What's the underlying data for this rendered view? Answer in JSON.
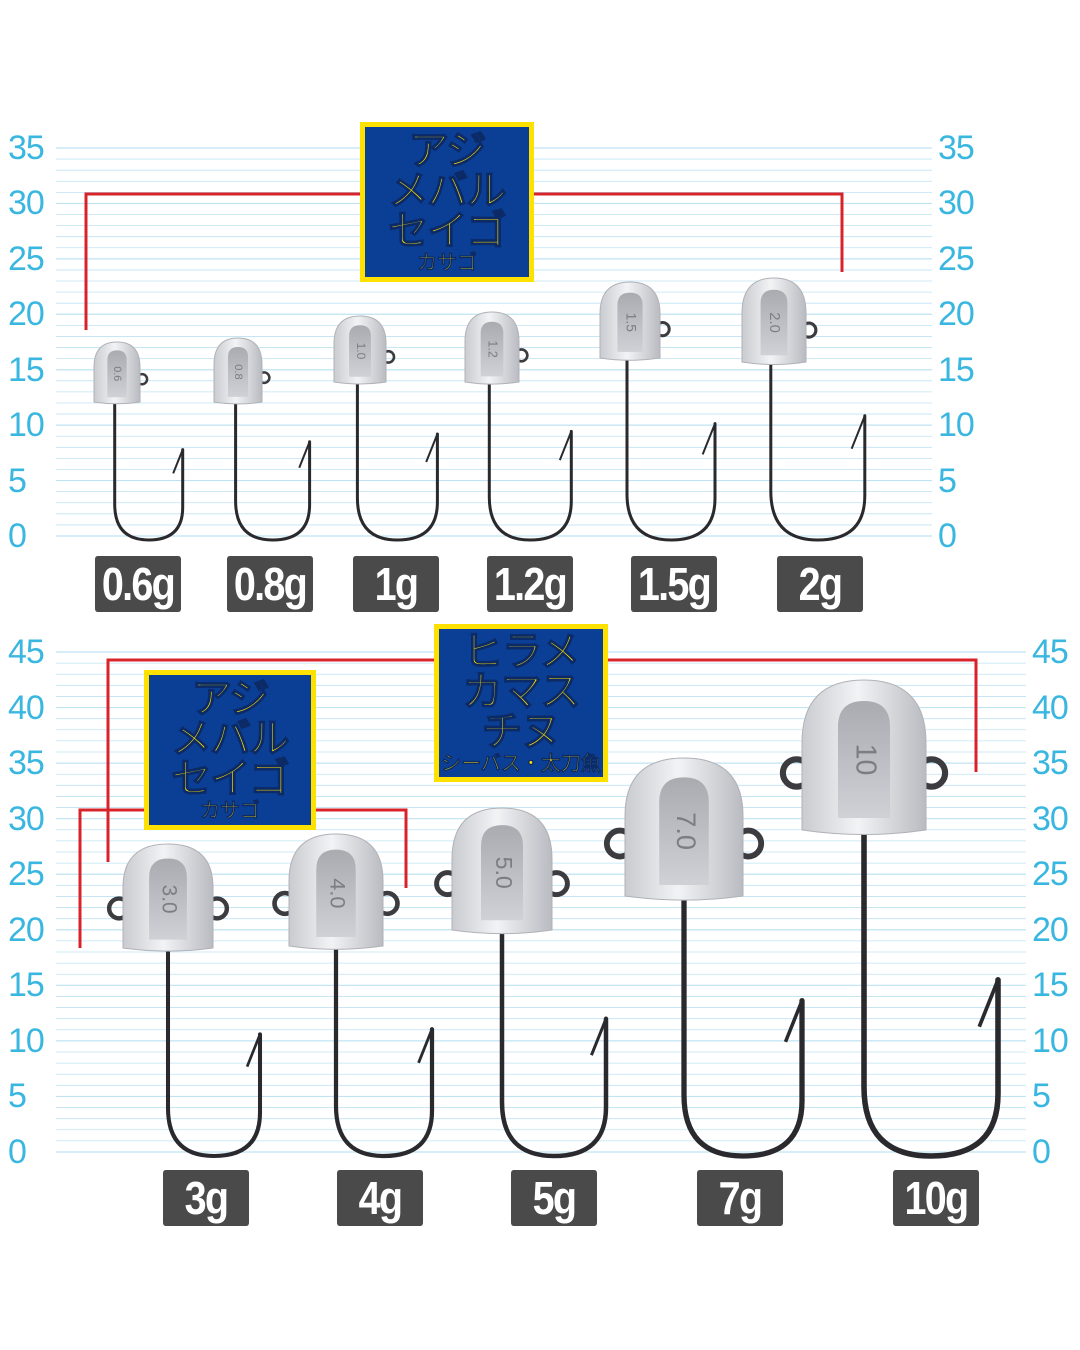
{
  "top_panel": {
    "scale_ticks": [
      "35",
      "30",
      "25",
      "20",
      "15",
      "10",
      "5",
      "0"
    ],
    "badge": {
      "lines": [
        "アジ",
        "メバル",
        "セイゴ"
      ],
      "sub": "カサゴ"
    },
    "jigs": [
      {
        "weight_label": "0.6g",
        "head_mark": "0.6"
      },
      {
        "weight_label": "0.8g",
        "head_mark": "0.8"
      },
      {
        "weight_label": "1g",
        "head_mark": "1.0"
      },
      {
        "weight_label": "1.2g",
        "head_mark": "1.2"
      },
      {
        "weight_label": "1.5g",
        "head_mark": "1.5"
      },
      {
        "weight_label": "2g",
        "head_mark": "2.0"
      }
    ]
  },
  "bottom_panel": {
    "scale_ticks": [
      "45",
      "40",
      "35",
      "30",
      "25",
      "20",
      "15",
      "10",
      "5",
      "0"
    ],
    "badge_left": {
      "lines": [
        "アジ",
        "メバル",
        "セイゴ"
      ],
      "sub": "カサゴ"
    },
    "badge_right": {
      "lines": [
        "ヒラメ",
        "カマス",
        "チヌ"
      ],
      "sub": "シーバス・太刀魚"
    },
    "jigs": [
      {
        "weight_label": "3g",
        "head_mark": "3.0"
      },
      {
        "weight_label": "4g",
        "head_mark": "4.0"
      },
      {
        "weight_label": "5g",
        "head_mark": "5.0"
      },
      {
        "weight_label": "7g",
        "head_mark": "7.0"
      },
      {
        "weight_label": "10g",
        "head_mark": "10"
      }
    ]
  },
  "colors": {
    "scale_text": "#3ab7e0",
    "grid_line": "#bfe3f3",
    "bracket": "#d8232a",
    "badge_bg": "#0b3f96",
    "badge_text": "#ffe100",
    "label_bg": "#4a4a4a"
  }
}
